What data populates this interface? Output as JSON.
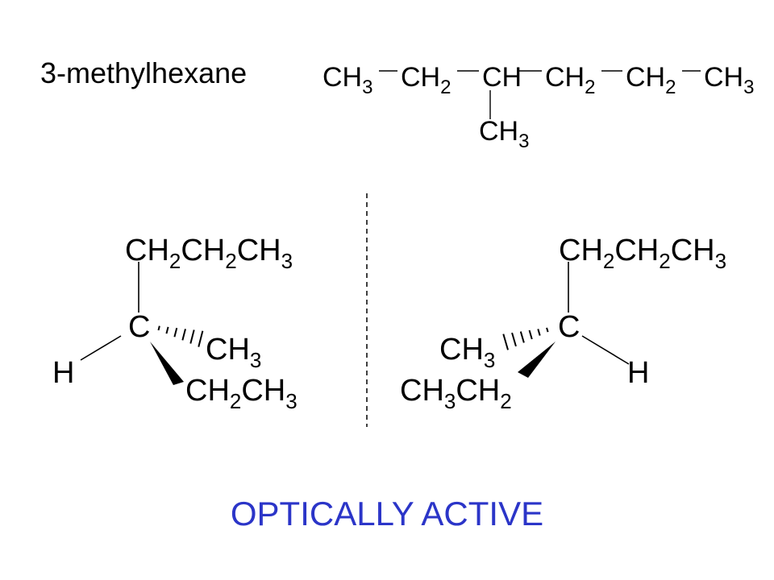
{
  "title": "3-methylhexane",
  "chain": [
    {
      "base": "CH",
      "sub": "3"
    },
    {
      "base": "CH",
      "sub": "2"
    },
    {
      "base": "CH",
      "sub": ""
    },
    {
      "base": "CH",
      "sub": "2"
    },
    {
      "base": "CH",
      "sub": "2"
    },
    {
      "base": "CH",
      "sub": "3"
    }
  ],
  "branch": {
    "base": "CH",
    "sub": "3"
  },
  "left_enantiomer": {
    "top": [
      {
        "t": "CH",
        "s": false
      },
      {
        "t": "2",
        "s": true
      },
      {
        "t": "CH",
        "s": false
      },
      {
        "t": "2",
        "s": true
      },
      {
        "t": "CH",
        "s": false
      },
      {
        "t": "3",
        "s": true
      }
    ],
    "center": "C",
    "hydrogen": "H",
    "hashed": [
      {
        "t": "CH",
        "s": false
      },
      {
        "t": "3",
        "s": true
      }
    ],
    "wedged": [
      {
        "t": "CH",
        "s": false
      },
      {
        "t": "2",
        "s": true
      },
      {
        "t": "CH",
        "s": false
      },
      {
        "t": "3",
        "s": true
      }
    ]
  },
  "right_enantiomer": {
    "top": [
      {
        "t": "CH",
        "s": false
      },
      {
        "t": "2",
        "s": true
      },
      {
        "t": "CH",
        "s": false
      },
      {
        "t": "2",
        "s": true
      },
      {
        "t": "CH",
        "s": false
      },
      {
        "t": "3",
        "s": true
      }
    ],
    "center": "C",
    "hydrogen": "H",
    "hashed": [
      {
        "t": "CH",
        "s": false
      },
      {
        "t": "3",
        "s": true
      }
    ],
    "wedged": [
      {
        "t": "CH",
        "s": false
      },
      {
        "t": "3",
        "s": true
      },
      {
        "t": "CH",
        "s": false
      },
      {
        "t": "2",
        "s": true
      }
    ]
  },
  "caption": "OPTICALLY ACTIVE",
  "colors": {
    "text": "#000000",
    "caption": "#2b35c8"
  }
}
